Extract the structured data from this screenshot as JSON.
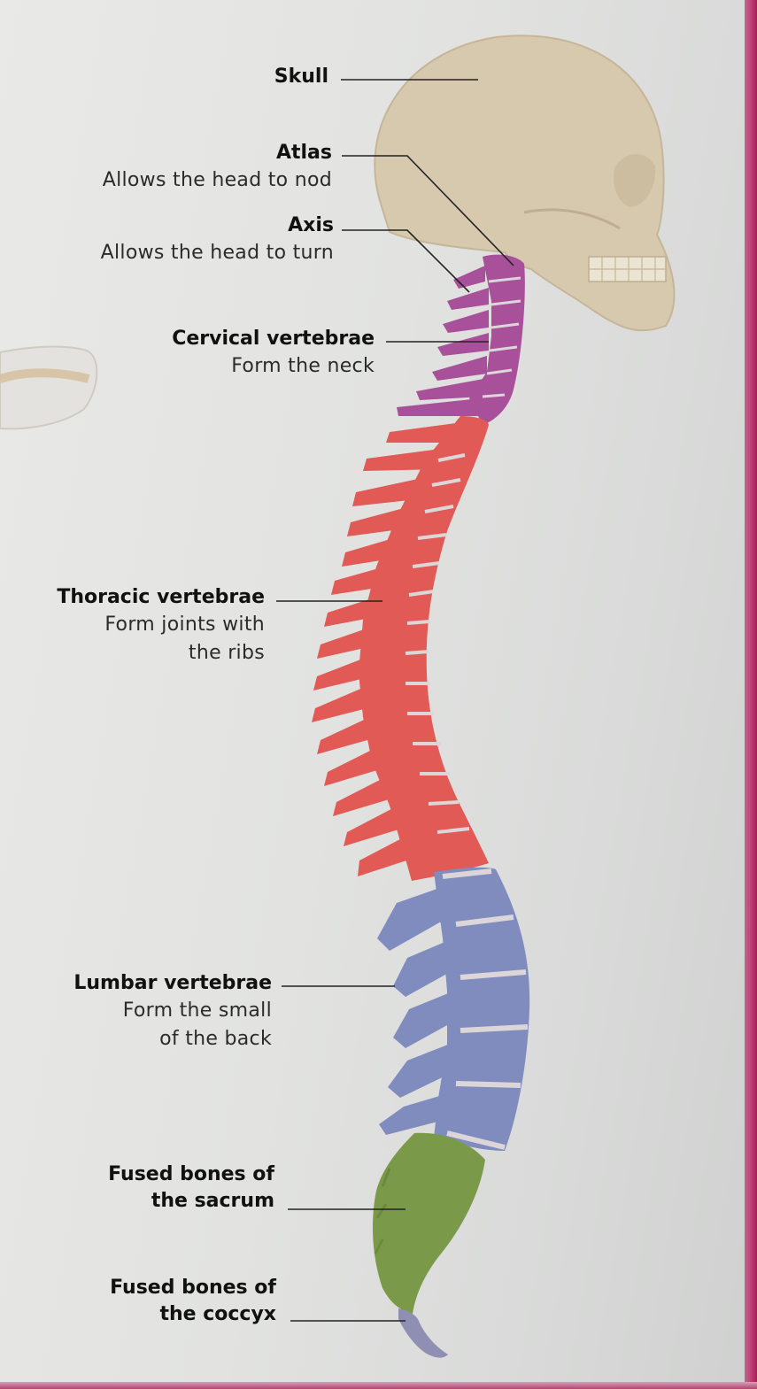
{
  "diagram": {
    "labels": [
      {
        "id": "skull",
        "title": "Skull",
        "lines": []
      },
      {
        "id": "atlas",
        "title": "Atlas",
        "lines": [
          "Allows the head to nod"
        ]
      },
      {
        "id": "axis",
        "title": "Axis",
        "lines": [
          "Allows the head to turn"
        ]
      },
      {
        "id": "cervical",
        "title": "Cervical vertebrae",
        "lines": [
          "Form the neck"
        ]
      },
      {
        "id": "thoracic",
        "title": "Thoracic vertebrae",
        "lines": [
          "Form joints with",
          "the ribs"
        ]
      },
      {
        "id": "lumbar",
        "title": "Lumbar vertebrae",
        "lines": [
          "Form the small",
          "of the back"
        ]
      },
      {
        "id": "sacrum",
        "title": "Fused bones of the sacrum",
        "title_lines": [
          "Fused bones of",
          "the sacrum"
        ],
        "lines": []
      },
      {
        "id": "coccyx",
        "title": "Fused bones of the coccyx",
        "title_lines": [
          "Fused bones of",
          "the coccyx"
        ],
        "lines": []
      }
    ],
    "colors": {
      "skull": "#d7c9ae",
      "cervical": "#a8509a",
      "thoracic": "#e15a56",
      "lumbar": "#7f8cbd",
      "sacrum": "#7a9a49",
      "coccyx": "#8e8fb2",
      "disc": "#dcd6d8",
      "leader": "#222222",
      "frame": "#b8336d"
    }
  }
}
